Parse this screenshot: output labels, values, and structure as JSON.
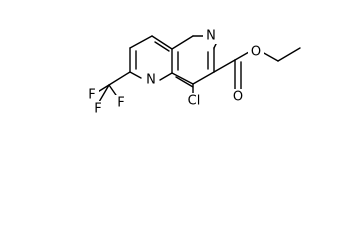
{
  "molecule": {
    "atoms": {
      "n_top": "N",
      "n_bottom": "N",
      "cl": "Cl",
      "o_ether": "O",
      "o_carbonyl": "O",
      "f1": "F",
      "f2": "F",
      "f3": "F"
    }
  }
}
